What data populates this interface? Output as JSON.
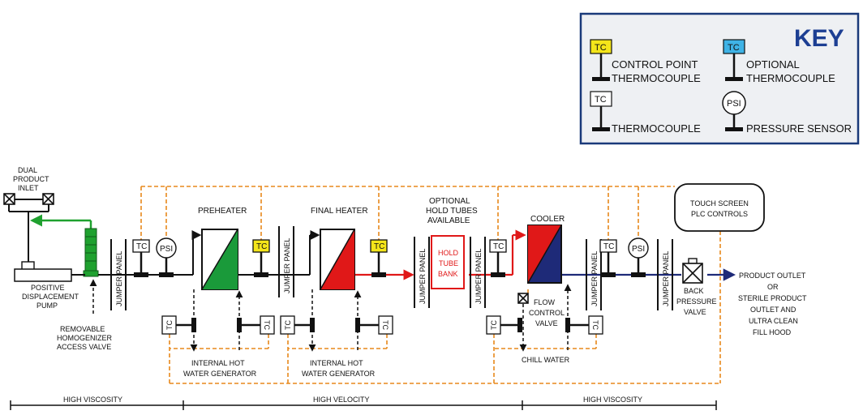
{
  "colors": {
    "orange_dashed": "#e8891c",
    "green": "#1fa12f",
    "red": "#e01818",
    "navy": "#1e2a78",
    "yellow": "#f4e51a",
    "blue": "#3fb3e6",
    "key_border": "#1a3a7a",
    "key_title": "#1d3f93",
    "key_bg": "#eef0f3"
  },
  "key": {
    "title": "KEY",
    "tc": "TC",
    "psi": "PSI",
    "control_point_1": "CONTROL POINT",
    "control_point_2": "THERMOCOUPLE",
    "optional_1": "OPTIONAL",
    "optional_2": "THERMOCOUPLE",
    "thermocouple": "THERMOCOUPLE",
    "pressure_sensor": "PRESSURE SENSOR"
  },
  "labels": {
    "dual_1": "DUAL",
    "dual_2": "PRODUCT",
    "dual_3": "INLET",
    "pump_1": "POSITIVE",
    "pump_2": "DISPLACEMENT",
    "pump_3": "PUMP",
    "homog_1": "REMOVABLE",
    "homog_2": "HOMOGENIZER",
    "homog_3": "ACCESS VALVE",
    "jumper": "JUMPER PANEL",
    "preheater": "PREHEATER",
    "final_heater": "FINAL HEATER",
    "optional_1": "OPTIONAL",
    "optional_2": "HOLD TUBES",
    "optional_3": "AVAILABLE",
    "hold_1": "HOLD",
    "hold_2": "TUBE",
    "hold_3": "BANK",
    "cooler": "COOLER",
    "flow_1": "FLOW",
    "flow_2": "CONTROL",
    "flow_3": "VALVE",
    "chill": "CHILL WATER",
    "hot_1": "INTERNAL HOT",
    "hot_2": "WATER GENERATOR",
    "touch_1": "TOUCH SCREEN",
    "touch_2": "PLC CONTROLS",
    "back_1": "BACK",
    "back_2": "PRESSURE",
    "back_3": "VALVE",
    "outlet_1": "PRODUCT OUTLET",
    "outlet_2": "OR",
    "outlet_3": "STERILE PRODUCT",
    "outlet_4": "OUTLET AND",
    "outlet_5": "ULTRA CLEAN",
    "outlet_6": "FILL HOOD",
    "tc": "TC",
    "psi": "PSI"
  },
  "zones": {
    "z1": "HIGH VISCOSITY",
    "z2": "HIGH VELOCITY",
    "z3": "HIGH VISCOSITY"
  }
}
